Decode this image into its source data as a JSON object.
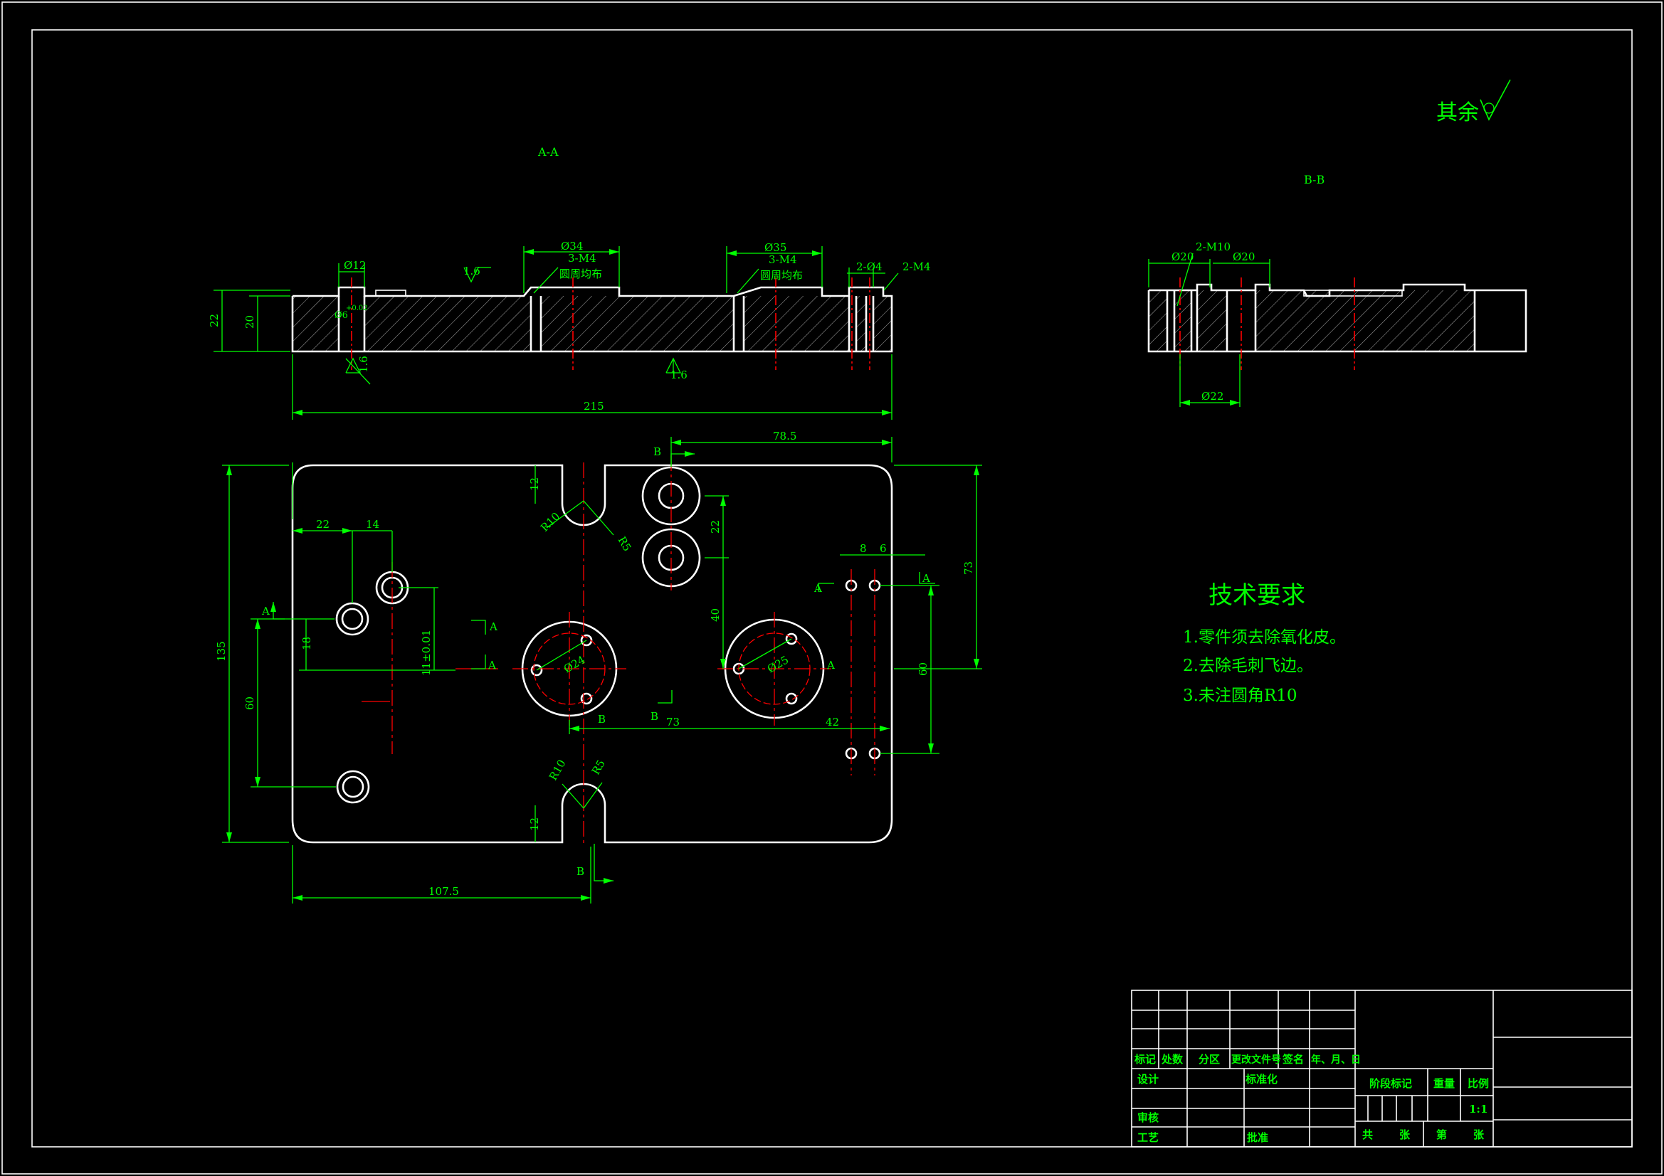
{
  "views": {
    "section_aa": "A-A",
    "section_bb": "B-B"
  },
  "roughness": {
    "rest": "其余",
    "value": "1.6"
  },
  "section_aa": {
    "d12": "Ø12",
    "d34": "Ø34",
    "d35": "Ø35",
    "m4_3a": "3-M4",
    "m4_3b": "3-M4",
    "even_a": "圆周均布",
    "even_b": "圆周均布",
    "phi4_2": "2-Ø4",
    "m4_2": "2-M4",
    "d6": "Ø6",
    "dev": "+0.02",
    "h22": "22",
    "h20": "20",
    "len215": "215"
  },
  "section_bb": {
    "m10_2": "2-M10",
    "d20a": "Ø20",
    "d20b": "Ø20",
    "d22": "Ø22"
  },
  "plan": {
    "d78_5": "78.5",
    "d22_top": "22",
    "d14": "14",
    "d12_top": "12",
    "d12_bot": "12",
    "r10_top": "R10",
    "r5_top": "R5",
    "r10_bot": "R10",
    "r5_bot": "R5",
    "d22_v": "22",
    "d8": "8",
    "d6": "6",
    "d73_v": "73",
    "d135": "135",
    "d60_l": "60",
    "d18": "18",
    "tol": "11±0.01",
    "d40": "40",
    "d60_r": "60",
    "d24": "Ø24",
    "d25": "Ø25",
    "d73_h": "73",
    "d42": "42",
    "d107_5": "107.5",
    "cut_a": "A",
    "cut_b": "B"
  },
  "requirements": {
    "title": "技术要求",
    "items": [
      "1.零件须去除氧化皮。",
      "2.去除毛刺飞边。",
      "3.未注圆角R10"
    ]
  },
  "title_block": {
    "mark": "标记",
    "count": "处数",
    "zone": "分区",
    "doc_no": "更改文件号",
    "signature": "签名",
    "date": "年、月、日",
    "design": "设计",
    "standardize": "标准化",
    "stage_mark": "阶段标记",
    "weight": "重量",
    "scale": "比例",
    "scale_value": "1:1",
    "review": "审核",
    "process": "工艺",
    "approve": "批准",
    "total": "共",
    "sheets": "张",
    "sheet_no": "第",
    "sheet_unit": "张"
  }
}
